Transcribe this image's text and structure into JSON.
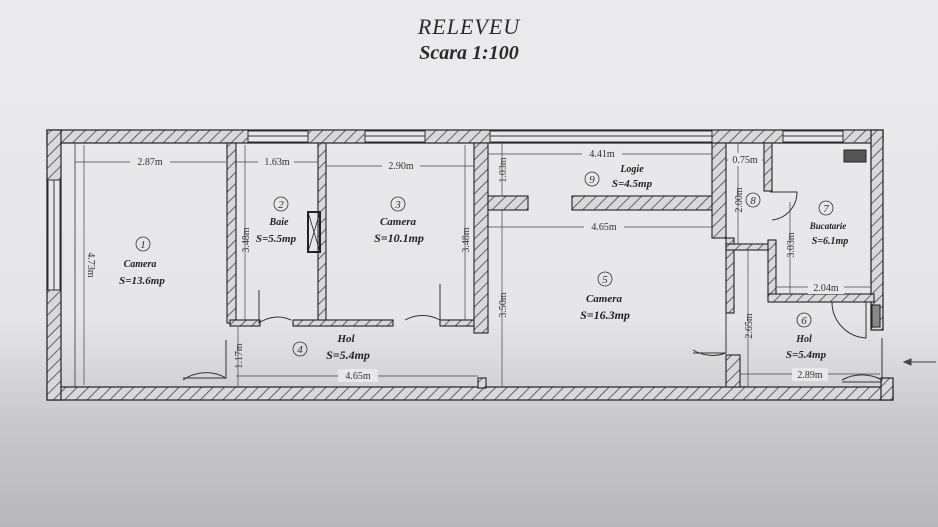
{
  "header": {
    "title": "RELEVEU",
    "scale": "Scara 1:100"
  },
  "rooms": [
    {
      "id": "1",
      "name": "Camera",
      "area": "S=13.6mp"
    },
    {
      "id": "2",
      "name": "Baie",
      "area": "S=5.5mp"
    },
    {
      "id": "3",
      "name": "Camera",
      "area": "S=10.1mp"
    },
    {
      "id": "4",
      "name": "Hol",
      "area": "S=5.4mp"
    },
    {
      "id": "5",
      "name": "Camera",
      "area": "S=16.3mp"
    },
    {
      "id": "6",
      "name": "Hol",
      "area": "S=5.4mp"
    },
    {
      "id": "7",
      "name": "Bucatarie",
      "area": "S=6.1mp"
    },
    {
      "id": "8",
      "name": "",
      "area": ""
    },
    {
      "id": "9",
      "name": "Logie",
      "area": "S=4.5mp"
    }
  ],
  "dimensions": {
    "r1_width": "2.87m",
    "r1_height": "4.73m",
    "r2_width": "1.63m",
    "r2_height": "3.48m",
    "r3_width": "2.90m",
    "r3_height": "3.48m",
    "r4_width": "4.65m",
    "r4_height": "1.17m",
    "r5_width": "4.65m",
    "r5_height": "3.50m",
    "r9_width": "4.41m",
    "r9_height": "1.03m",
    "r8_width": "0.75m",
    "r8_height": "2.00m",
    "r7_height": "3.03m",
    "r7_width": "2.04m",
    "r6_height": "2.65m",
    "r6_width": "2.89m"
  },
  "entrance": {
    "icon": "arrow-left-icon"
  },
  "colors": {
    "paper": "#e8e8ea",
    "ink": "#2a2a2a",
    "wall_fill": "#d6d6d8"
  }
}
